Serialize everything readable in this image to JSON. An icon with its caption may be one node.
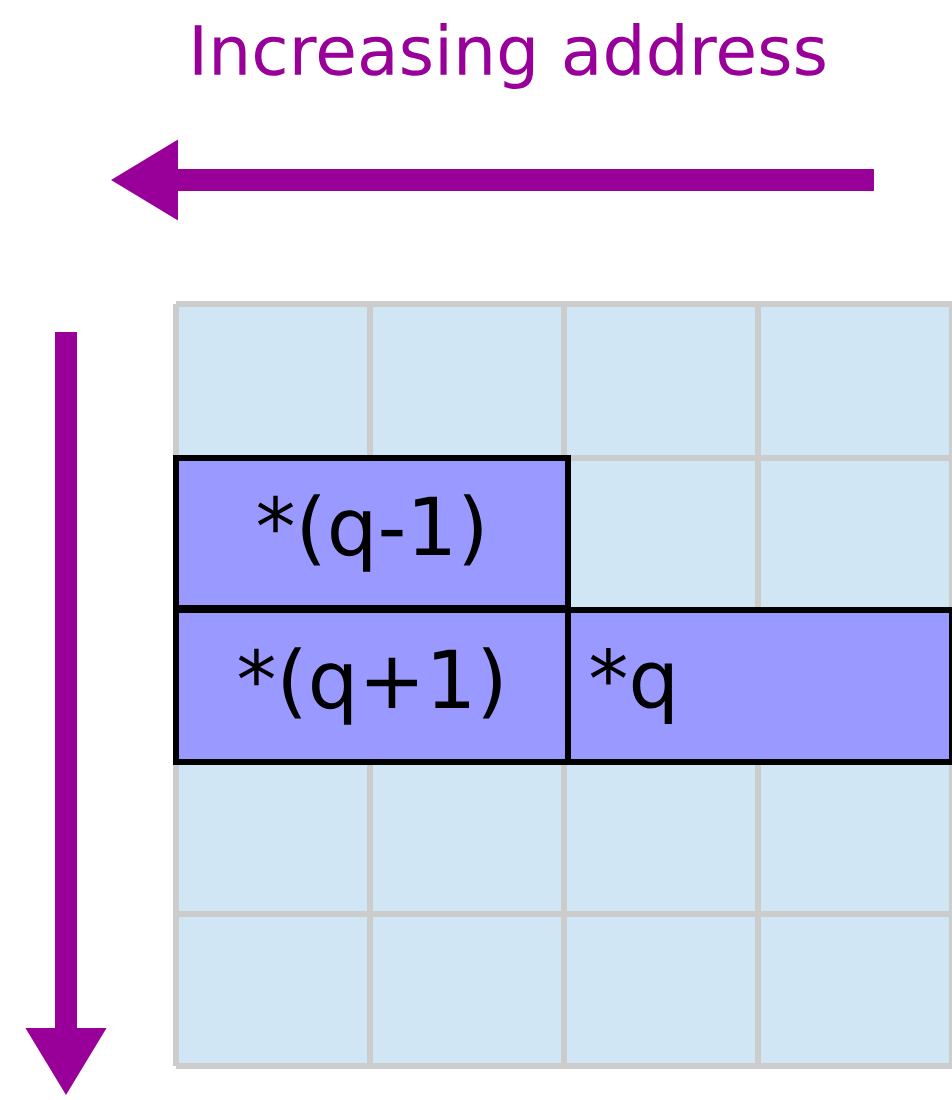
{
  "diagram": {
    "title": "Increasing address",
    "nodes": [
      {
        "text": [
          "*(q-1)"
        ]
      },
      {
        "text": [
          "*(q+1)"
        ]
      },
      {
        "text": [
          "*q"
        ]
      }
    ]
  }
}
